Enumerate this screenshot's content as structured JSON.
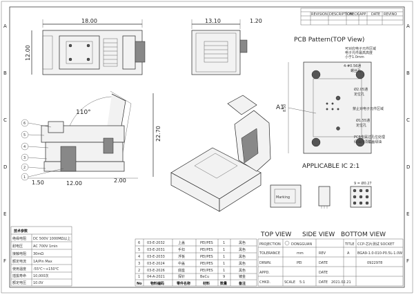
{
  "revision_table": {
    "headers": [
      "REVISION",
      "DESCRIPTION",
      "CHECK",
      "APP",
      "DATE",
      "REVINO"
    ]
  },
  "border": {
    "left": [
      "A",
      "B",
      "C",
      "D",
      "E",
      "F"
    ],
    "right": [
      "A",
      "B",
      "C",
      "D",
      "E",
      "F"
    ]
  },
  "top_view": {
    "width_dim": "18.00",
    "height_dim": "12.00"
  },
  "side_view": {
    "width_dim": "13.10",
    "offset_dim": "1.20"
  },
  "section_view": {
    "angle": "110°",
    "height_dim": "22.70",
    "dim_150": "1.50",
    "dim_1200": "12.00",
    "dim_200": "2.00",
    "balloons": [
      "1",
      "2",
      "3",
      "4",
      "5",
      "6"
    ]
  },
  "pcb": {
    "title": "PCB Pattern(TOP View)",
    "a1": "A1",
    "notes": [
      "可对应电子元件区域",
      "电子元件最高高度",
      "小于1.0mm",
      "4-#0.56通",
      "螺丝孔",
      "Ø2.05通",
      "定位孔",
      "禁止对电子元件区域",
      "Ø1.55通",
      "定位孔",
      "PCB金属过孔位处理",
      "绿油孔须覆盖绿油"
    ],
    "vertical_dim": "8.50"
  },
  "applicable_ic": "APPLICABLE IC 2:1",
  "ic_view": {
    "pitch_label": "9 = Ø0.27",
    "marking": "Marking"
  },
  "view_labels": [
    "TOP VIEW",
    "SIDE VIEW",
    "BOTTOM VIEW"
  ],
  "spec_table": {
    "title": "技术参数",
    "rows": [
      {
        "label": "绝缘电阻",
        "value": "DC 500V 1000MΩ以上"
      },
      {
        "label": "耐电压",
        "value": "AC 700V 1min"
      },
      {
        "label": "接触电阻",
        "value": "30mΩ"
      },
      {
        "label": "额定电流",
        "value": "1A/Pin Max"
      },
      {
        "label": "使用温度",
        "value": "-55℃~+150℃"
      },
      {
        "label": "插拔寿命",
        "value": "10,000次"
      },
      {
        "label": "额定电压",
        "value": "10.0V"
      }
    ]
  },
  "bom": {
    "rows": [
      {
        "no": "6",
        "code": "03-E-2032",
        "name": "上盖",
        "material": "PEI/PES",
        "qty": "1",
        "note": "黑色"
      },
      {
        "no": "5",
        "code": "03-E-2031",
        "name": "手扣",
        "material": "PEI/PES",
        "qty": "1",
        "note": "黑色"
      },
      {
        "no": "4",
        "code": "03-E-2033",
        "name": "浮板",
        "material": "PEI/PES",
        "qty": "1",
        "note": "黑色"
      },
      {
        "no": "3",
        "code": "03-E-2024",
        "name": "中盖",
        "material": "PEI/PES",
        "qty": "1",
        "note": "黑色"
      },
      {
        "no": "2",
        "code": "03-E-2026",
        "name": "底座",
        "material": "PEI/PES",
        "qty": "1",
        "note": "黑色"
      },
      {
        "no": "1",
        "code": "04-A-2021",
        "name": "探针",
        "material": "BeCu",
        "qty": "9",
        "note": "镀金"
      }
    ],
    "header": {
      "no": "No",
      "code": "物料编码",
      "name": "零件名称",
      "material": "材料",
      "qty": "数量",
      "note": "备注"
    }
  },
  "title_block": {
    "projection": "PROJECTION",
    "company": "DONGGUAN",
    "title_label": "TITLE",
    "title_value": "CCP-芯片测试 SOCKET",
    "tolerance": "TOLERANCE",
    "rev": "REV",
    "rev_value": "A",
    "code": "BGA9-1.0-010-P0.5L-1.0W",
    "drawing_no": "0922978",
    "rows": [
      "DRWN.",
      "APPD.",
      "CHKD.",
      "SCALE"
    ],
    "dates": [
      "DATE",
      "DATE",
      "DATE",
      "2021.02.21"
    ],
    "units": "mm",
    "material": "PEI",
    "scale_value": "5:1"
  }
}
